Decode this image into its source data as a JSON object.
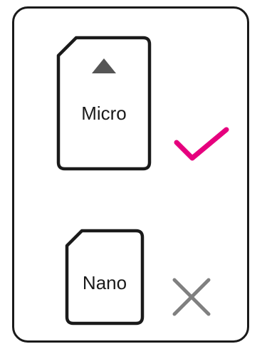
{
  "options": [
    {
      "label": "Micro",
      "status": "compatible",
      "status_icon": "checkmark-icon",
      "status_color": "#e6007e",
      "orientation_icon": "triangle-up-icon",
      "orientation_icon_color": "#555555"
    },
    {
      "label": "Nano",
      "status": "incompatible",
      "status_icon": "cross-icon",
      "status_color": "#808080"
    }
  ],
  "colors": {
    "outline": "#1a1a1a",
    "background": "#ffffff"
  }
}
